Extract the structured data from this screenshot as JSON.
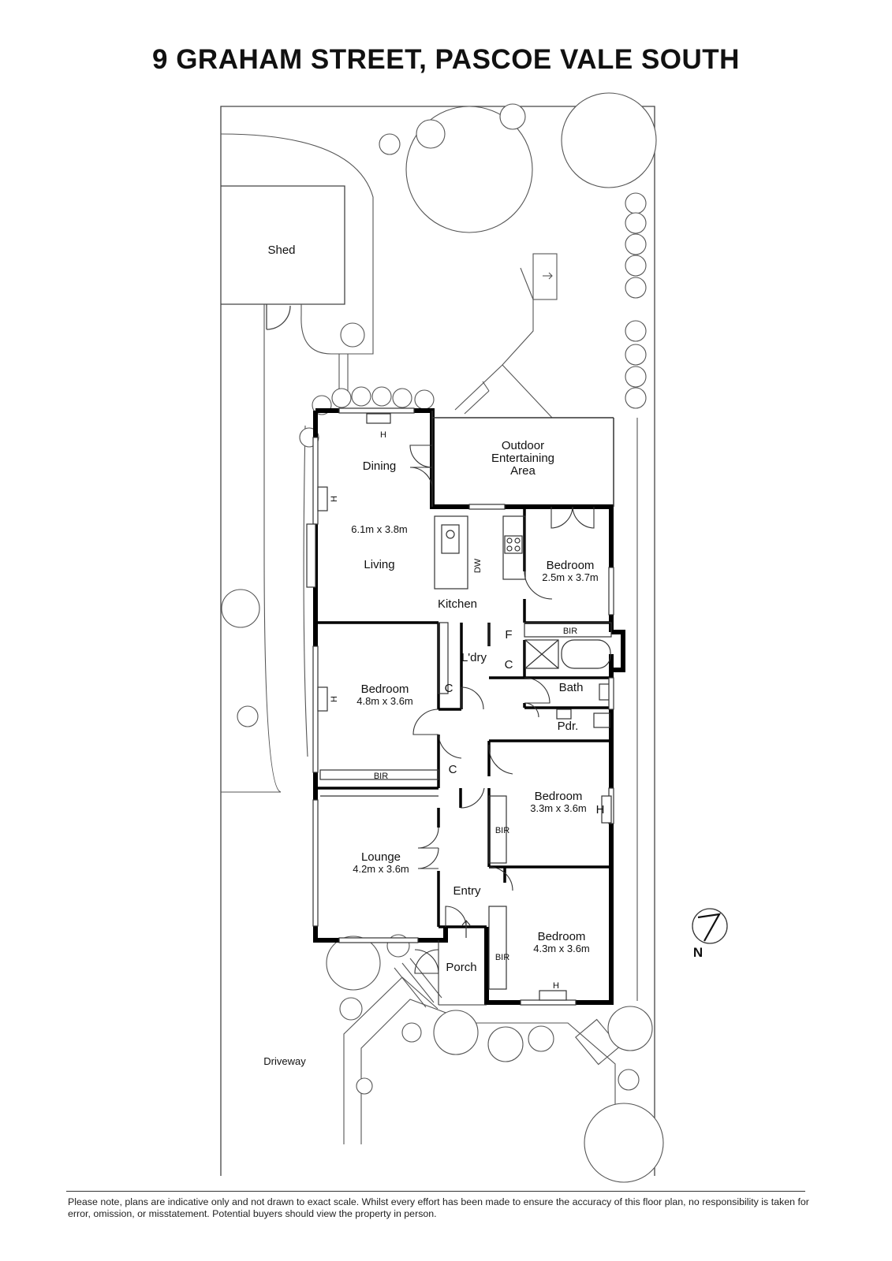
{
  "title": "9 GRAHAM STREET, PASCOE VALE SOUTH",
  "rooms": {
    "shed": "Shed",
    "outdoor": [
      "Outdoor",
      "Entertaining",
      "Area"
    ],
    "dining": "Dining",
    "living_dim": "6.1m x 3.8m",
    "living": "Living",
    "kitchen": "Kitchen",
    "dw": "DW",
    "bedroom1": "Bedroom",
    "bedroom1_dim": "2.5m x 3.7m",
    "bir1": "BIR",
    "fridge": "F",
    "laundry": "L'dry",
    "cupboard_c1": "C",
    "cupboard_c2": "C",
    "cupboard_c3": "C",
    "bath": "Bath",
    "powder": "Pdr.",
    "bedroom2": "Bedroom",
    "bedroom2_dim": "4.8m x 3.6m",
    "bir2": "BIR",
    "bedroom3": "Bedroom",
    "bedroom3_dim": "3.3m x 3.6m",
    "bir3": "BIR",
    "lounge": "Lounge",
    "lounge_dim": "4.2m x 3.6m",
    "entry": "Entry",
    "porch": "Porch",
    "bedroom4": "Bedroom",
    "bedroom4_dim": "4.3m x 3.6m",
    "bir4": "BIR",
    "driveway": "Driveway",
    "heater_1": "H",
    "heater_2": "H",
    "heater_3": "H",
    "heater_4": "H",
    "heater_5": "H"
  },
  "compass": {
    "label": "N"
  },
  "disclaimer": "Please note, plans are indicative only and not drawn to exact scale. Whilst every effort has been made to ensure the accuracy of this floor plan, no responsibility is taken for error, omission, or misstatement. Potential buyers should view the property in person.",
  "colors": {
    "wall": "#000000",
    "line": "#333333",
    "tree": "#555555",
    "background": "#ffffff"
  }
}
